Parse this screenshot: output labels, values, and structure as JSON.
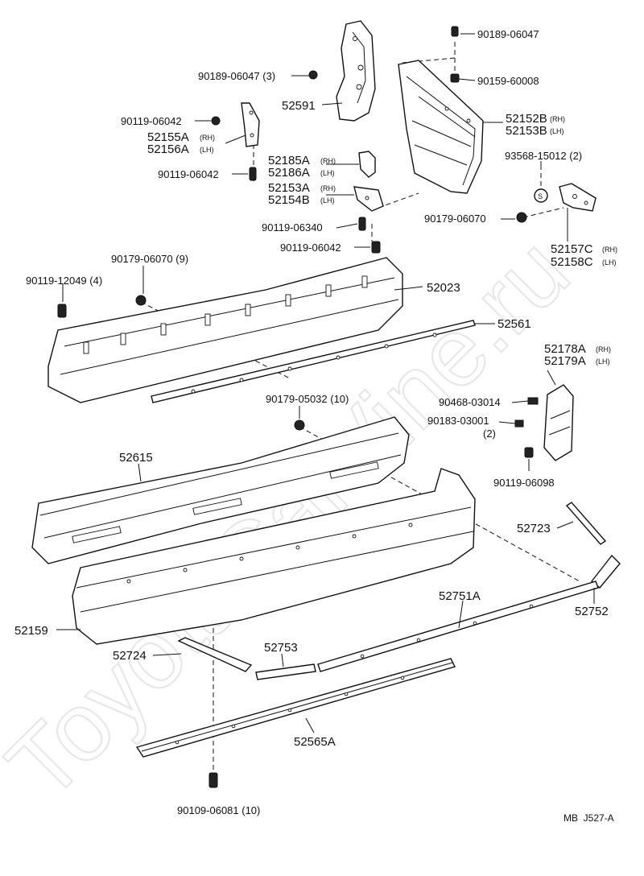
{
  "watermark": "ToyotaCarVine.ru",
  "diagram_ref": "MB  J527-A",
  "callouts": {
    "c_90189_top": "90189-06047",
    "c_90159": "90159-60008",
    "c_90189_3": "90189-06047 (3)",
    "c_52591": "52591",
    "c_52152b": "52152B",
    "c_52152b_side": "(RH)",
    "c_52153b": "52153B",
    "c_52153b_side": "(LH)",
    "c_90119_a": "90119-06042",
    "c_52155a": "52155A",
    "c_52155a_side": "(RH)",
    "c_52156a": "52156A",
    "c_52156a_side": "(LH)",
    "c_90119_b": "90119-06042",
    "c_93568": "93568-15012 (2)",
    "c_52185a": "52185A",
    "c_52185a_side": "(RH)",
    "c_52186a": "52186A",
    "c_52186a_side": "(LH)",
    "c_52153a": "52153A",
    "c_52153a_side": "(RH)",
    "c_52154b": "52154B",
    "c_52154b_side": "(LH)",
    "c_90179_06070_r": "90179-06070",
    "c_90119_06340": "90119-06340",
    "c_90119_c": "90119-06042",
    "c_52157c": "52157C",
    "c_52157c_side": "(RH)",
    "c_52158c": "52158C",
    "c_52158c_side": "(LH)",
    "c_90179_06070_9": "90179-06070 (9)",
    "c_90119_12049": "90119-12049 (4)",
    "c_52023": "52023",
    "c_52561": "52561",
    "c_52178a": "52178A",
    "c_52178a_side": "(RH)",
    "c_52179a": "52179A",
    "c_52179a_side": "(LH)",
    "c_90179_05032": "90179-05032 (10)",
    "c_90468": "90468-03014",
    "c_90183": "90183-03001",
    "c_90183_qty": "(2)",
    "c_90119_06098": "90119-06098",
    "c_52615": "52615",
    "c_52723": "52723",
    "c_52751a": "52751A",
    "c_52752": "52752",
    "c_52159": "52159",
    "c_52753": "52753",
    "c_52724": "52724",
    "c_52565a": "52565A",
    "c_90109": "90109-06081 (10)"
  }
}
